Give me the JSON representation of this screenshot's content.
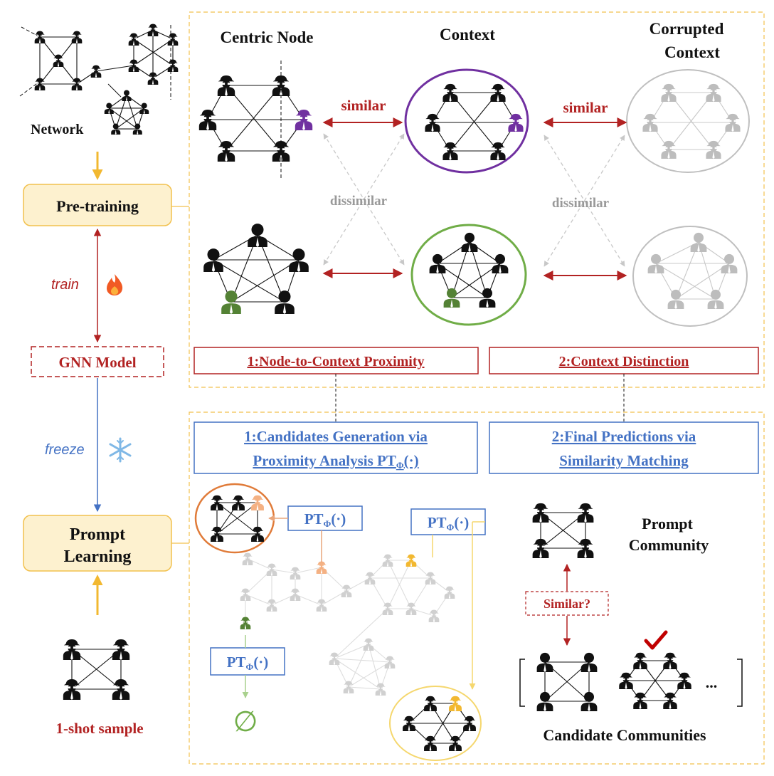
{
  "left_panel": {
    "network_label": "Network",
    "pretraining_label": "Pre-training",
    "train_label": "train",
    "gnn_model_label": "GNN Model",
    "freeze_label": "freeze",
    "prompt_learning_line1": "Prompt",
    "prompt_learning_line2": "Learning",
    "one_shot_label": "1-shot sample",
    "colors": {
      "box_fill": "#fdf1cf",
      "box_border": "#f2c14e",
      "red": "#b22222",
      "blue": "#4472c4"
    },
    "icons": [
      "fire-icon",
      "snowflake-icon"
    ]
  },
  "pretraining_panel": {
    "col_centric": "Centric Node",
    "col_context": "Context",
    "col_corrupted_line1": "Corrupted",
    "col_corrupted_line2": "Context",
    "similar_label_1": "similar",
    "similar_label_2": "similar",
    "dissimilar_label_1": "dissimilar",
    "dissimilar_label_2": "dissimilar",
    "step1": "1:Node-to-Context Proximity",
    "step2": "2:Context Distinction",
    "colors": {
      "context_ring_top": "#7030a0",
      "context_ring_bottom": "#70ad47",
      "corrupted_ring": "#bfbfbf",
      "node_highlight_top": "#7030a0",
      "node_highlight_bottom": "#548235"
    }
  },
  "prompt_panel": {
    "step1_line1": "1:Candidates Generation via",
    "step1_line2": "Proximity Analysis PT",
    "step1_sub": "Φ",
    "step1_tail": "(·)",
    "step2_line1": "2:Final Predictions via",
    "step2_line2": "Similarity Matching",
    "pt_label": "PT",
    "pt_sub": "Φ",
    "pt_args": "(·)",
    "empty_set": "∅",
    "prompt_community_line1": "Prompt",
    "prompt_community_line2": "Community",
    "similar_q": "Similar?",
    "ellipsis": "...",
    "candidate_communities": "Candidate Communities",
    "colors": {
      "orange_ring": "#e07b39",
      "yellow_ring": "#f5d76e",
      "check": "#c00000"
    }
  }
}
